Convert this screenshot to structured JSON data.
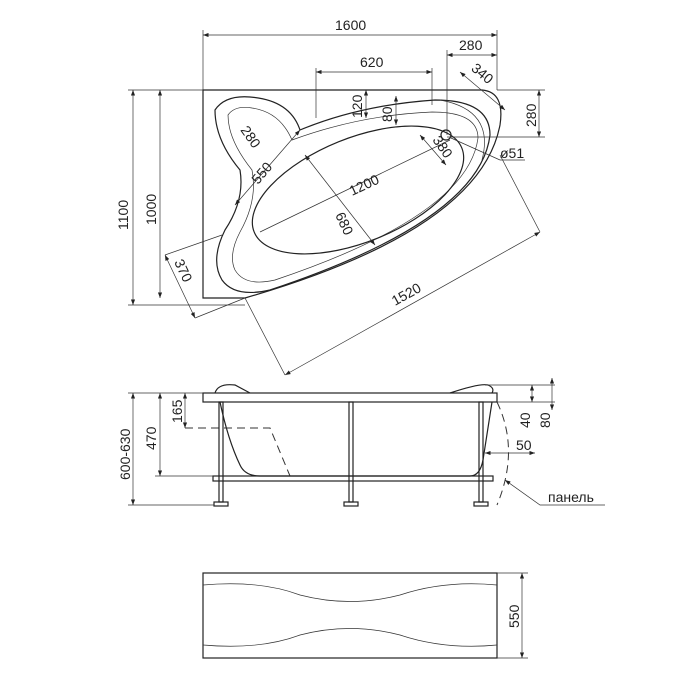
{
  "plan_view": {
    "width_total": "1600",
    "right_offset": "280",
    "headrest_width": "620",
    "corner_diag": "340",
    "right_depth": "280",
    "rim_120": "120",
    "rim_80": "80",
    "headrest_280": "280",
    "seat_550": "550",
    "basin_length": "1200",
    "drain_380": "380",
    "drain_diameter": "ø51",
    "basin_width": "680",
    "depth_total": "1100",
    "depth_1000": "1000",
    "corner_370": "370",
    "front_diag": "1520"
  },
  "side_view": {
    "height_range": "600-630",
    "height_470": "470",
    "step_165": "165",
    "rim_40": "40",
    "rim_80": "80",
    "panel_offset": "50",
    "panel_label": "панель"
  },
  "panel_view": {
    "panel_height": "550"
  }
}
